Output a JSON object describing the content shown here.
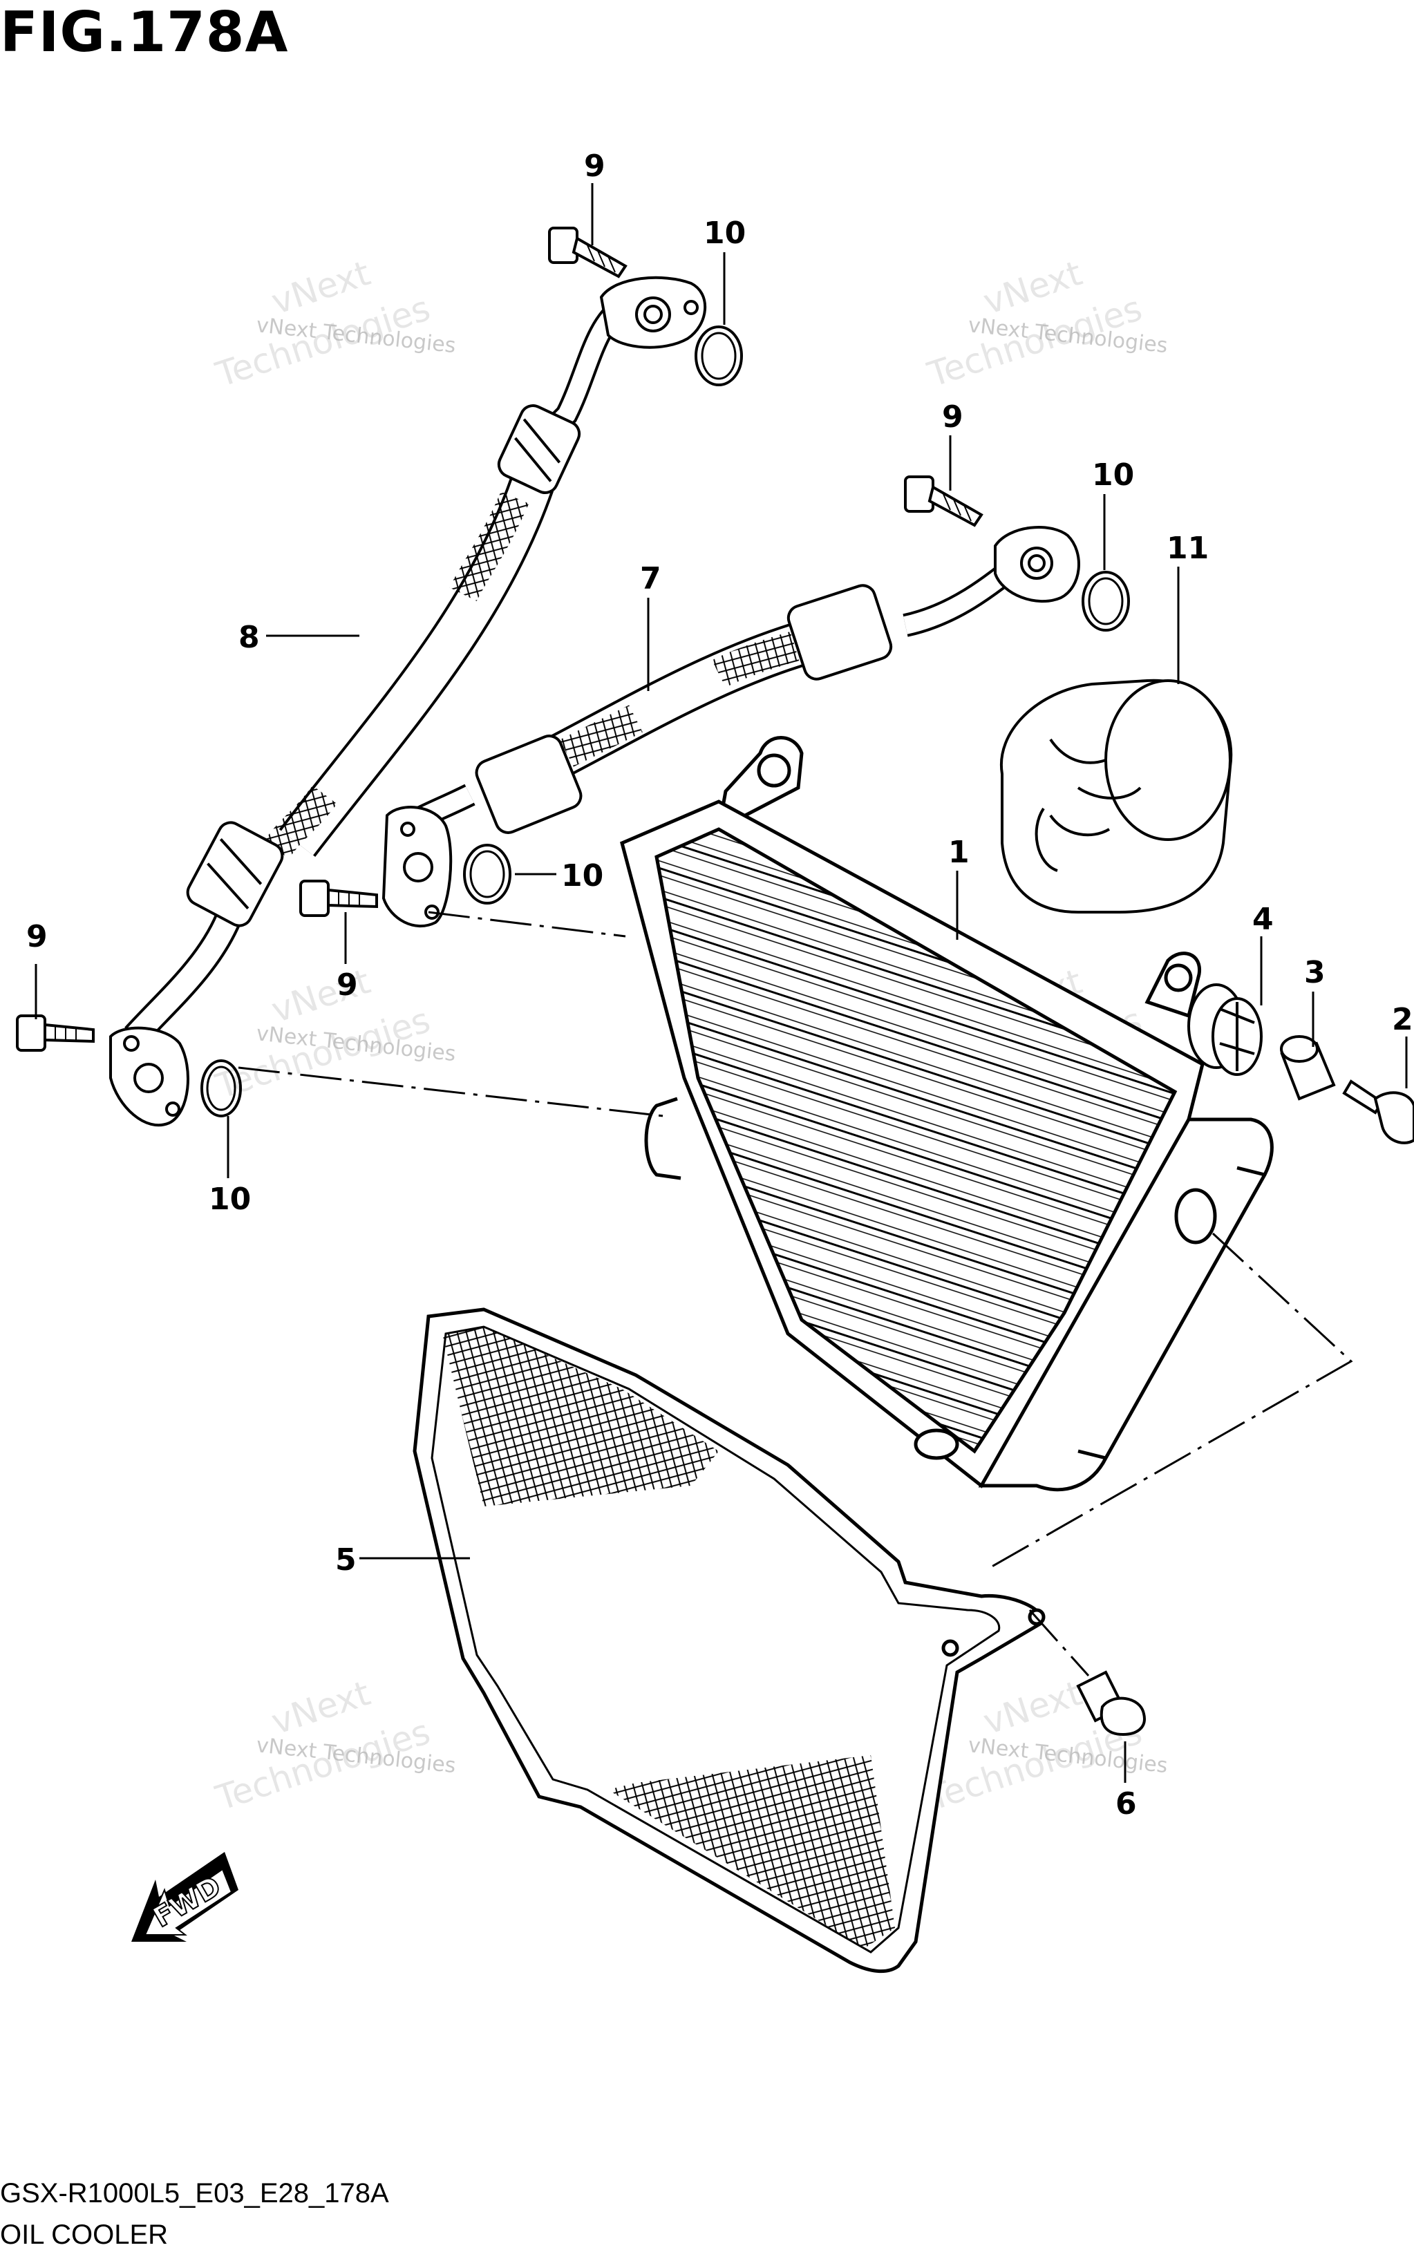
{
  "figure": {
    "title": "FIG.178A",
    "diagram_code": "GSX-R1000L5_E03_E28_178A",
    "diagram_name": "OIL COOLER"
  },
  "callouts": [
    {
      "id": "c-9-top",
      "label": "9"
    },
    {
      "id": "c-10-top",
      "label": "10"
    },
    {
      "id": "c-9-right",
      "label": "9"
    },
    {
      "id": "c-10-right",
      "label": "10"
    },
    {
      "id": "c-11",
      "label": "11"
    },
    {
      "id": "c-7",
      "label": "7"
    },
    {
      "id": "c-8",
      "label": "8"
    },
    {
      "id": "c-1",
      "label": "1"
    },
    {
      "id": "c-10-mid",
      "label": "10"
    },
    {
      "id": "c-9-mid",
      "label": "9"
    },
    {
      "id": "c-9-left",
      "label": "9"
    },
    {
      "id": "c-10-left",
      "label": "10"
    },
    {
      "id": "c-4",
      "label": "4"
    },
    {
      "id": "c-3",
      "label": "3"
    },
    {
      "id": "c-2",
      "label": "2"
    },
    {
      "id": "c-5",
      "label": "5"
    },
    {
      "id": "c-6",
      "label": "6"
    }
  ],
  "watermark": {
    "line1": "vNext Technologies",
    "line2": "vNext",
    "line3": "Technologies"
  },
  "fwd_label": "FWD"
}
